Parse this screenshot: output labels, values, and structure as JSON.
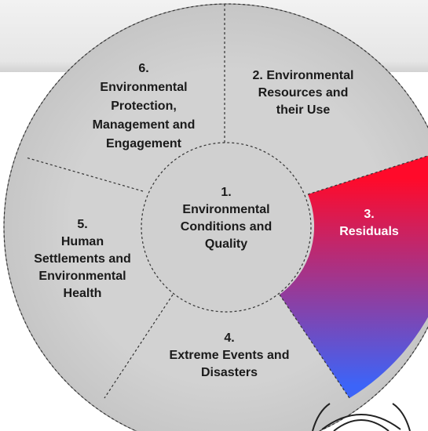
{
  "diagram": {
    "center": {
      "number": "1.",
      "lines": [
        "Environmental",
        "Conditions and",
        "Quality"
      ]
    },
    "segments": [
      {
        "id": "resources",
        "number": "2.",
        "lines": [
          "Environmental",
          "Resources and",
          "their Use"
        ]
      },
      {
        "id": "residuals",
        "number": "3.",
        "lines": [
          "Residuals"
        ],
        "highlight_colors": [
          "#ff0a2a",
          "#3c64f8"
        ]
      },
      {
        "id": "extreme-events",
        "number": "4.",
        "lines": [
          "Extreme Events and",
          "Disasters"
        ]
      },
      {
        "id": "human-settlements",
        "number": "5.",
        "lines": [
          "Human",
          "Settlements and",
          "Environmental",
          "Health"
        ]
      },
      {
        "id": "environmental-protection",
        "number": "6.",
        "lines": [
          "Environmental",
          "Protection,",
          "Management and",
          "Engagement"
        ]
      }
    ],
    "colors": {
      "segment_fill": "#d0d0d0",
      "divider": "#333333",
      "text": "#1a1a1a"
    }
  }
}
